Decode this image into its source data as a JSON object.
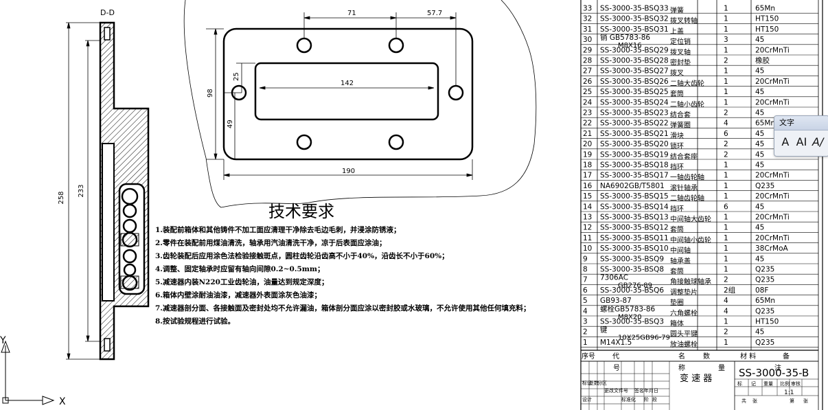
{
  "section_label": "D-D",
  "dims_left": {
    "d258": "258",
    "d233": "233"
  },
  "dims_plate": {
    "d71": "71",
    "d577": "57.7",
    "d25": "25",
    "d142": "142",
    "d98": "98",
    "d49": "49",
    "d190": "190"
  },
  "tech_title": "技术要求",
  "tech_notes": [
    "1.装配前箱体和其他铸件不加工面应清理干净除去毛边毛刺，并浸涂防锈液；",
    "2.零件在装配前用煤油清洗，轴承用汽油清洗干净，凉于后表面应涂油；",
    "3.齿轮装配后应用涂色法检验接触斑点，圆柱齿轮沿齿高不小于40%，沿齿长不小于60%；",
    "4.调整、固定轴承时应留有轴向间隙0.2~0.5mm；",
    "5.减速器内装N220工业齿轮油，油量达到规定深度；",
    "6.箱体内壁涂耐油油漆，减速器外表面涂灰色油漆；",
    "7.减速器剖分面、各接触面及密封处均不允许漏油，箱体剖分面应涂以密封胶或水玻璃，不允许使用其他任何填充料；",
    "8.按试验规程进行试验。"
  ],
  "bom_rows": [
    {
      "no": "33",
      "code": "SS-3000-35-BSQ33",
      "name": "弹簧",
      "qty": "1",
      "mat": "65Mn"
    },
    {
      "no": "32",
      "code": "SS-3000-35-BSQ32",
      "name": "拨叉转轴",
      "qty": "1",
      "mat": "HT150"
    },
    {
      "no": "31",
      "code": "SS-3000-35-BSQ31",
      "name": "上盖",
      "qty": "1",
      "mat": "HT150"
    },
    {
      "no": "30",
      "code": "销 GB5783-86",
      "code2": "M8X16",
      "name": "定位销",
      "qty": "3",
      "mat": "45"
    },
    {
      "no": "29",
      "code": "SS-3000-35-BSQ29",
      "name": "拨叉轴",
      "qty": "1",
      "mat": "20CrMnTi"
    },
    {
      "no": "28",
      "code": "SS-3000-35-BSQ28",
      "name": "密封垫",
      "qty": "2",
      "mat": "橡胶"
    },
    {
      "no": "27",
      "code": "SS-3000-35-BSQ27",
      "name": "拨叉",
      "qty": "1",
      "mat": "45"
    },
    {
      "no": "26",
      "code": "SS-3000-35-BSQ26",
      "name": "二轴大齿轮",
      "qty": "1",
      "mat": "20CrMnTi"
    },
    {
      "no": "25",
      "code": "SS-3000-35-BSQ25",
      "name": "套筒",
      "qty": "1",
      "mat": "45"
    },
    {
      "no": "24",
      "code": "SS-3000-35-BSQ24",
      "name": "二轴小齿轮",
      "qty": "1",
      "mat": "20CrMnTi"
    },
    {
      "no": "23",
      "code": "SS-3000-35-BSQ23",
      "name": "结合套",
      "qty": "2",
      "mat": "45"
    },
    {
      "no": "22",
      "code": "SS-3000-35-BSQ22",
      "name": "弹簧圈",
      "qty": "4",
      "mat": "65Mn"
    },
    {
      "no": "21",
      "code": "SS-3000-35-BSQ21",
      "name": "滑块",
      "qty": "6",
      "mat": "45"
    },
    {
      "no": "20",
      "code": "SS-3000-35-BSQ20",
      "name": "锁环",
      "qty": "2",
      "mat": "45"
    },
    {
      "no": "19",
      "code": "SS-3000-35-BSQ19",
      "name": "结合套座",
      "qty": "2",
      "mat": "45"
    },
    {
      "no": "18",
      "code": "SS-3000-35-BSQ18",
      "name": "挡环",
      "qty": "1",
      "mat": "45"
    },
    {
      "no": "17",
      "code": "SS-3000-35-BSQ17",
      "name": "一轴齿轮轴",
      "qty": "1",
      "mat": "20CrMnTi"
    },
    {
      "no": "16",
      "code": "NA6902GB/T5801",
      "name": "滚针轴承",
      "qty": "1",
      "mat": "Q235"
    },
    {
      "no": "15",
      "code": "SS-3000-35-BSQ15",
      "name": "二轴齿轮轴",
      "qty": "1",
      "mat": "20CrMnTi"
    },
    {
      "no": "14",
      "code": "SS-3000-35-BSQ14",
      "name": "挡环",
      "qty": "6",
      "mat": "45"
    },
    {
      "no": "13",
      "code": "SS-3000-35-BSQ13",
      "name": "中间轴大齿轮",
      "qty": "1",
      "mat": "20CrMnTi"
    },
    {
      "no": "12",
      "code": "SS-3000-35-BSQ12",
      "name": "套筒",
      "qty": "1",
      "mat": "45"
    },
    {
      "no": "11",
      "code": "SS-3000-35-BSQ11",
      "name": "中间轴小齿轮",
      "qty": "1",
      "mat": "20CrMnTi"
    },
    {
      "no": "10",
      "code": "SS-3000-35-BSQ10",
      "name": "中间轴",
      "qty": "1",
      "mat": "38CrMoA"
    },
    {
      "no": "9",
      "code": "SS-3000-35-BSQ9",
      "name": "轴承盖",
      "qty": "1",
      "mat": "45"
    },
    {
      "no": "8",
      "code": "SS-3000-35-BSQ8",
      "name": "套筒",
      "qty": "1",
      "mat": "Q235"
    },
    {
      "no": "7",
      "code": "7306AC",
      "code2": "GB276-89",
      "name": "角接触球轴承",
      "qty": "2",
      "mat": "Q235"
    },
    {
      "no": "6",
      "code": "SS-3000-35-BSQ6",
      "name": "调整垫片",
      "qty": "2组",
      "mat": "08F"
    },
    {
      "no": "5",
      "code": "GB93-87",
      "name": "垫圈",
      "qty": "4",
      "mat": "65Mn"
    },
    {
      "no": "4",
      "code": "螺栓GB5783-86",
      "code2": "M8X20",
      "name": "六角螺栓",
      "qty": "4",
      "mat": "Q235"
    },
    {
      "no": "3",
      "code": "SS-3000-35-BSQ3",
      "name": "箱体",
      "qty": "1",
      "mat": "HT150"
    },
    {
      "no": "2",
      "code": "键",
      "code2": "10X25GB96-79",
      "name": "圆头平键",
      "qty": "2",
      "mat": "45"
    },
    {
      "no": "1",
      "code": "M14X1.5",
      "name": "放油螺栓",
      "qty": "1",
      "mat": "Q235"
    }
  ],
  "bom_header": {
    "no": "序号",
    "code": "代",
    "code_b": "号",
    "name": "名",
    "name_b": "称",
    "qty": "数",
    "qty_b": "量",
    "mat": "材 料",
    "note": "备",
    "note_b": "注"
  },
  "title_block": {
    "drawing_name": "变  速  器",
    "drawing_code": "SS-3000-35-B",
    "scale": "1:1",
    "cells": [
      "标记",
      "处数",
      "分区",
      "更改文件号",
      "签名",
      "年月日",
      "设计",
      "标准化",
      "阶",
      "段",
      "标",
      "记",
      "重量",
      "比例",
      "审核",
      "共",
      "张",
      "第",
      "张"
    ]
  },
  "panel": {
    "title": "文字",
    "btn1": "A",
    "btn2": "AI",
    "btn3": "A/"
  },
  "ucs": {
    "y": "Y",
    "x": "X"
  }
}
